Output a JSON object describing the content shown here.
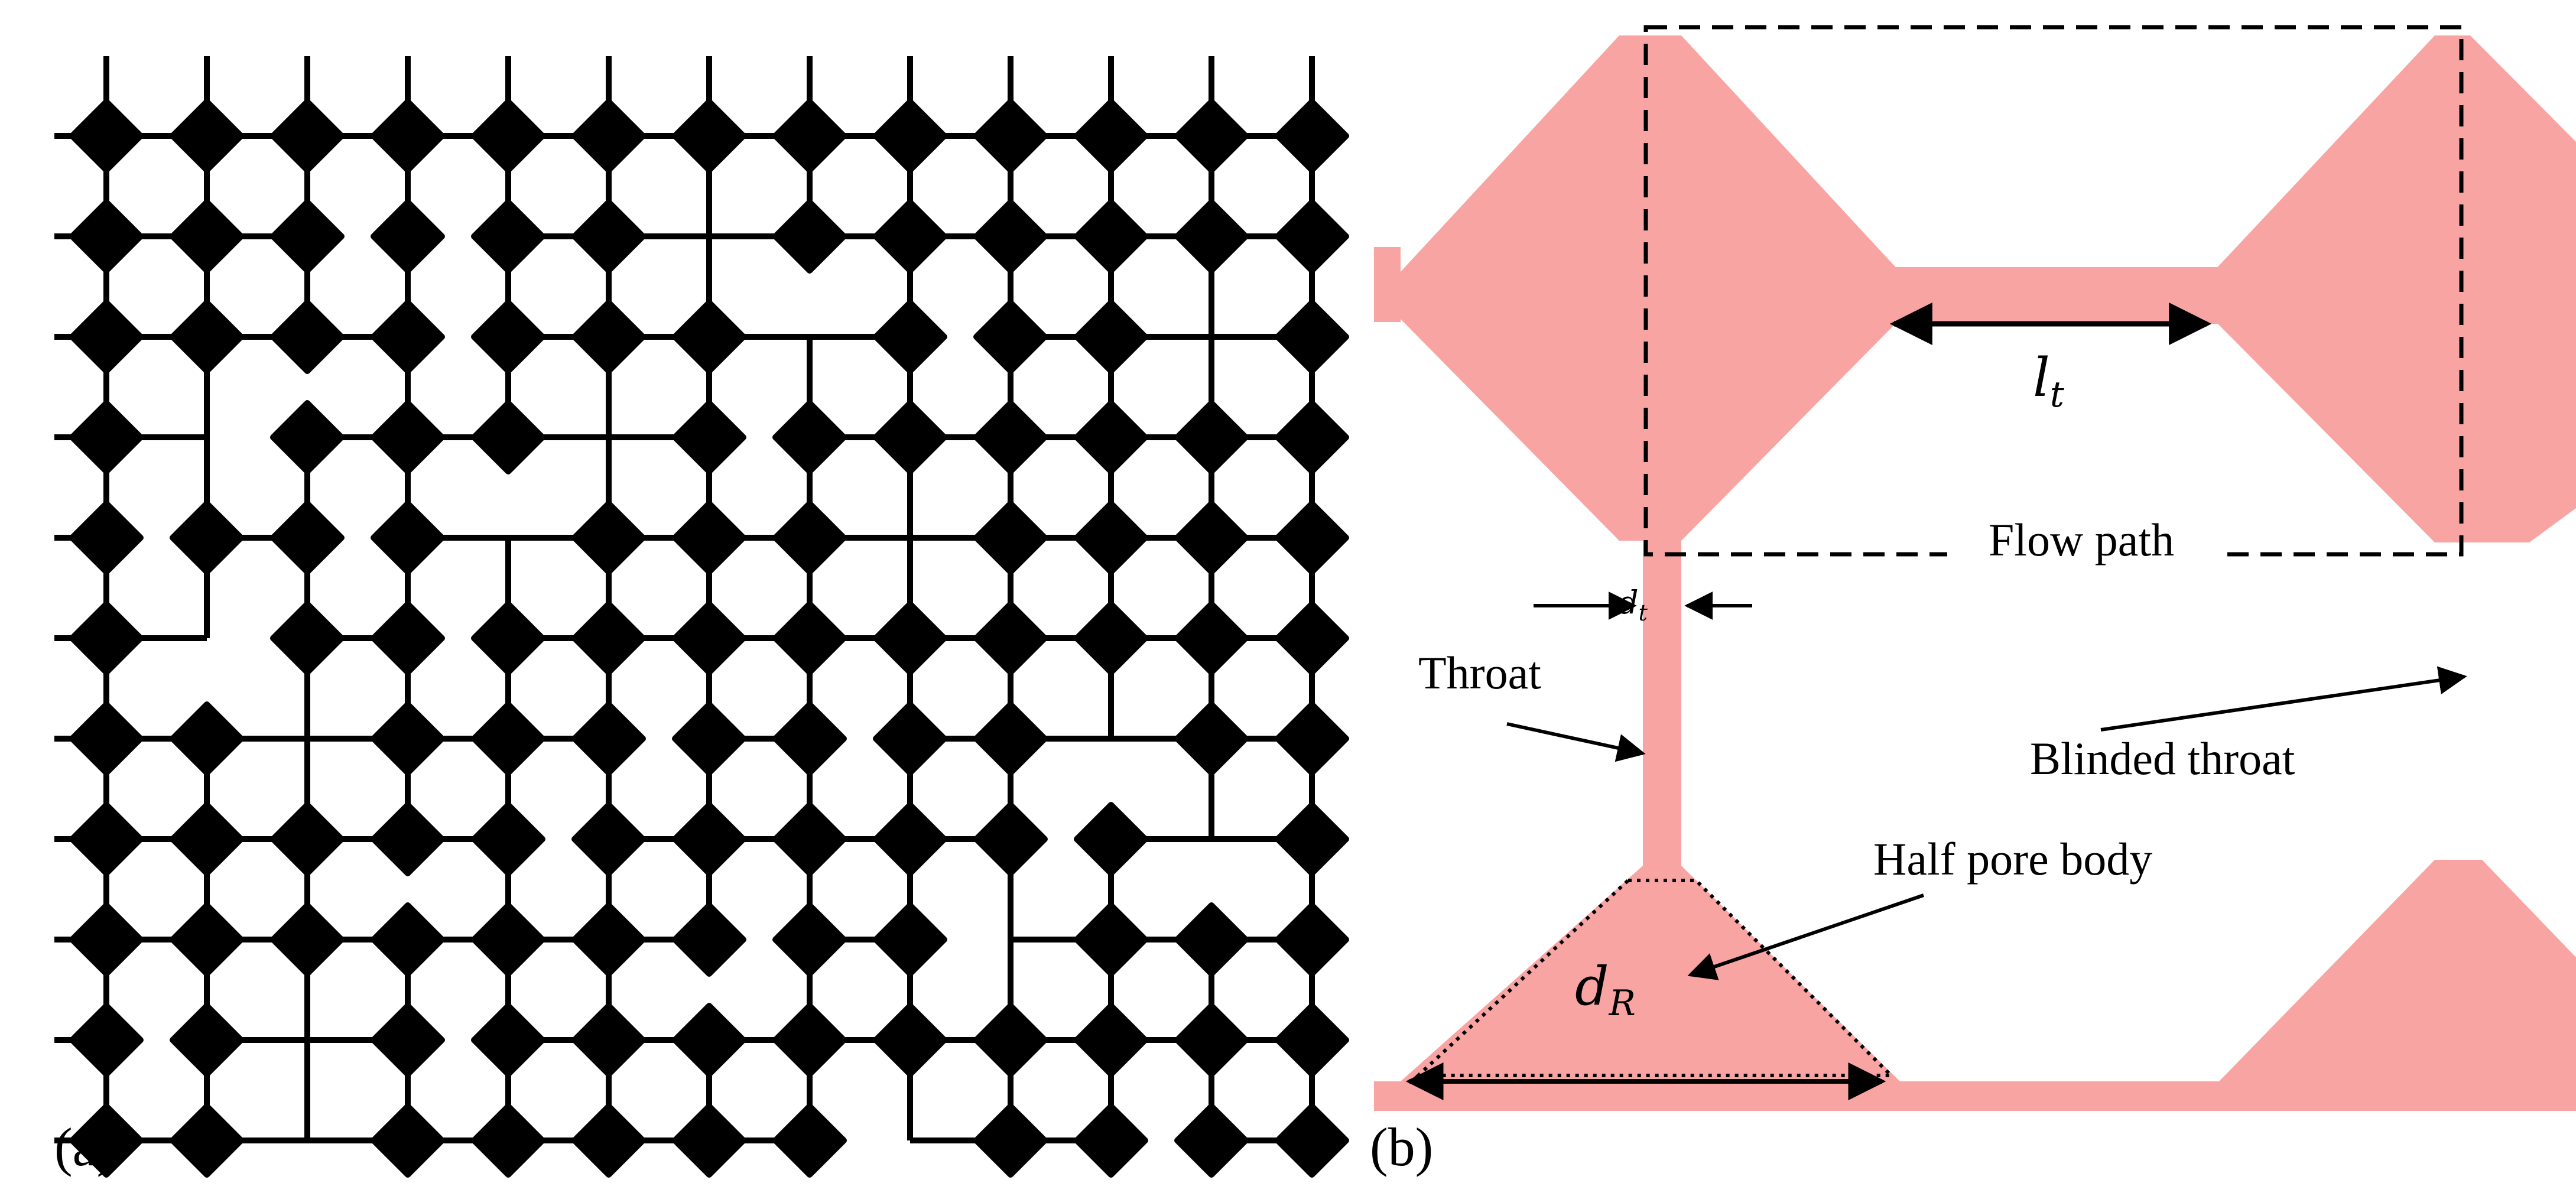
{
  "colors": {
    "pore": "#f8a4a2",
    "network": "#000000",
    "background": "#ffffff"
  },
  "panel_a": {
    "label": "(a)",
    "grid_rows": 11,
    "grid_cols": 13,
    "missing_pore_bodies": [
      [
        1,
        6
      ],
      [
        2,
        7
      ],
      [
        2,
        11
      ],
      [
        3,
        1
      ],
      [
        3,
        5
      ],
      [
        4,
        4
      ],
      [
        4,
        8
      ],
      [
        5,
        1
      ],
      [
        6,
        2
      ],
      [
        6,
        10
      ],
      [
        7,
        11
      ],
      [
        8,
        9
      ],
      [
        9,
        2
      ],
      [
        10,
        2
      ],
      [
        10,
        8
      ]
    ],
    "missing_throats": {
      "horizontal": [
        [
          1,
          2
        ],
        [
          1,
          3
        ],
        [
          2,
          3
        ],
        [
          2,
          8
        ],
        [
          3,
          1
        ],
        [
          3,
          6
        ],
        [
          4,
          0
        ],
        [
          4,
          2
        ],
        [
          5,
          1
        ],
        [
          5,
          3
        ],
        [
          6,
          5
        ],
        [
          6,
          7
        ],
        [
          7,
          4
        ],
        [
          7,
          9
        ],
        [
          8,
          6
        ],
        [
          8,
          8
        ],
        [
          9,
          0
        ],
        [
          9,
          3
        ],
        [
          10,
          7
        ],
        [
          10,
          10
        ]
      ],
      "vertical": [
        [
          1,
          7
        ],
        [
          2,
          2
        ],
        [
          3,
          4
        ],
        [
          5,
          1
        ],
        [
          6,
          10
        ],
        [
          7,
          3
        ],
        [
          7,
          11
        ],
        [
          8,
          6
        ],
        [
          9,
          9
        ]
      ]
    }
  },
  "panel_b": {
    "label": "(b)",
    "labels": {
      "lt": "l",
      "lt_sub": "t",
      "dt": "d",
      "dt_sub": "t",
      "dr": "d",
      "dr_sub": "R",
      "flow_path": "Flow path",
      "throat": "Throat",
      "blinded_throat": "Blinded throat",
      "half_pore_body": "Half pore body"
    }
  }
}
